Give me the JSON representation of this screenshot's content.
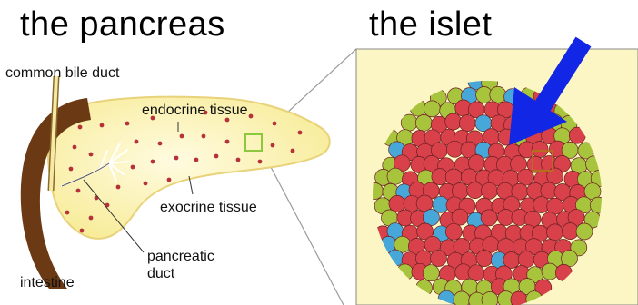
{
  "titles": {
    "pancreas": "the pancreas",
    "islet": "the islet"
  },
  "labels": {
    "common_bile_duct": "common bile duct",
    "endocrine_tissue": "endocrine tissue",
    "exocrine_tissue": "exocrine tissue",
    "pancreatic_duct_line1": "pancreatic",
    "pancreatic_duct_line2": "duct",
    "intestine": "intestine"
  },
  "colors": {
    "pancreas_fill": "#fdf6b6",
    "intestine": "#6b3a15",
    "duct": "#f6e9a6",
    "endocrine_dot": "#b5323a",
    "highlight_box": "#8dc63f",
    "inset_bg": "#fbf6c3",
    "cell_red": "#d8414a",
    "cell_green": "#a7c43c",
    "cell_blue": "#46a7d8",
    "arrow": "#1226e6"
  }
}
